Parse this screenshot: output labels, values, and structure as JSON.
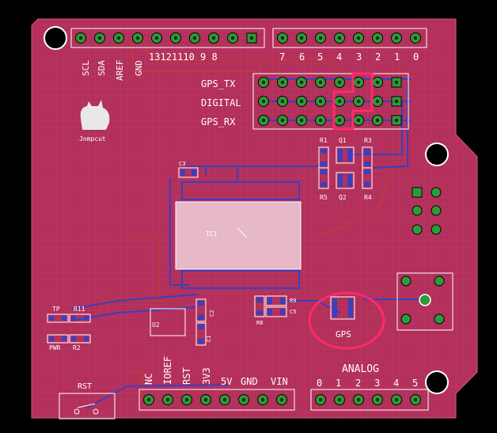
{
  "board": {
    "colors": {
      "background": "#000000",
      "board_fill": "#b3305a",
      "silkscreen": "#ffffff",
      "pad": "#2f9a3a",
      "top_trace": "#c23a3a",
      "bottom_trace": "#3a3fc0",
      "highlight": "#ff2a6a",
      "grid": "#c84a76"
    },
    "top_left_header": {
      "pin_labels": [
        "SCL",
        "SDA",
        "AREF",
        "GND",
        "13",
        "12",
        "11",
        "10",
        "9",
        "8"
      ],
      "label_text": "13121110 9  8"
    },
    "top_right_header": {
      "pin_labels": [
        "7",
        "6",
        "5",
        "4",
        "3",
        "2",
        "1",
        "0"
      ]
    },
    "jumper_rows": [
      "GPS_TX",
      "DIGITAL",
      "GPS_RX"
    ],
    "logo_text": "Jnmpcut",
    "resistor_labels": {
      "r1": "R1",
      "r3": "R3",
      "q1": "Q1",
      "r5": "R5",
      "q2": "Q2",
      "r4": "R4",
      "c3": "C3",
      "ic1": "IC1",
      "r11": "R11",
      "tp": "TP",
      "pwr": "PWR",
      "r2": "R2",
      "r8": "R8",
      "c1": "C1",
      "c2": "C2",
      "c5": "C5",
      "r9": "R9",
      "u2": "U2"
    },
    "gps_label": "GPS",
    "reset_label": "RST",
    "power_header": {
      "pin_labels": [
        "NC",
        "IOREF",
        "RST",
        "3V3",
        "5V",
        "GND",
        "VIN"
      ]
    },
    "analog_header": {
      "title": "ANALOG",
      "pin_labels": [
        "0",
        "1",
        "2",
        "3",
        "4",
        "5"
      ]
    }
  }
}
